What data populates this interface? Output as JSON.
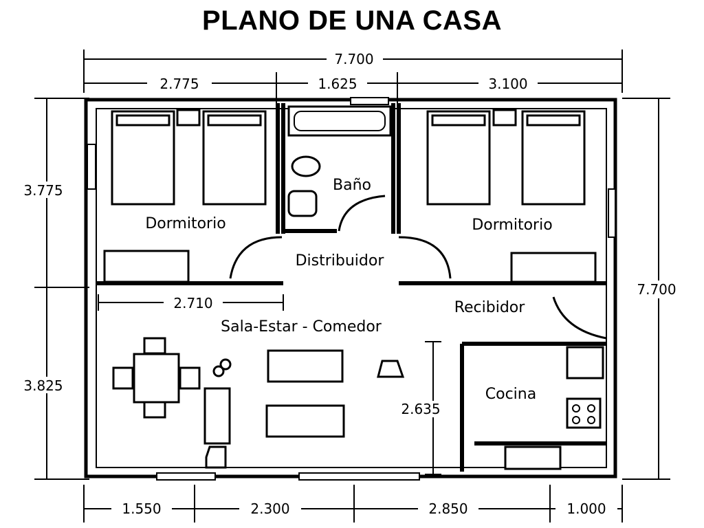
{
  "title": "PLANO DE UNA CASA",
  "rooms": {
    "dormitorio_left": "Dormitorio",
    "dormitorio_right": "Dormitorio",
    "bano": "Baño",
    "distribuidor": "Distribuidor",
    "recibidor": "Recibidor",
    "sala": "Sala-Estar - Comedor",
    "cocina": "Cocina"
  },
  "dimensions": {
    "total_top": "7.700",
    "top_1": "2.775",
    "top_2": "1.625",
    "top_3": "3.100",
    "left_upper": "3.775",
    "left_lower": "3.825",
    "right_total": "7.700",
    "inner_living": "2.710",
    "inner_kitchen": "2.635",
    "bottom_1": "1.550",
    "bottom_2": "2.300",
    "bottom_3": "2.850",
    "bottom_4": "1.000"
  }
}
